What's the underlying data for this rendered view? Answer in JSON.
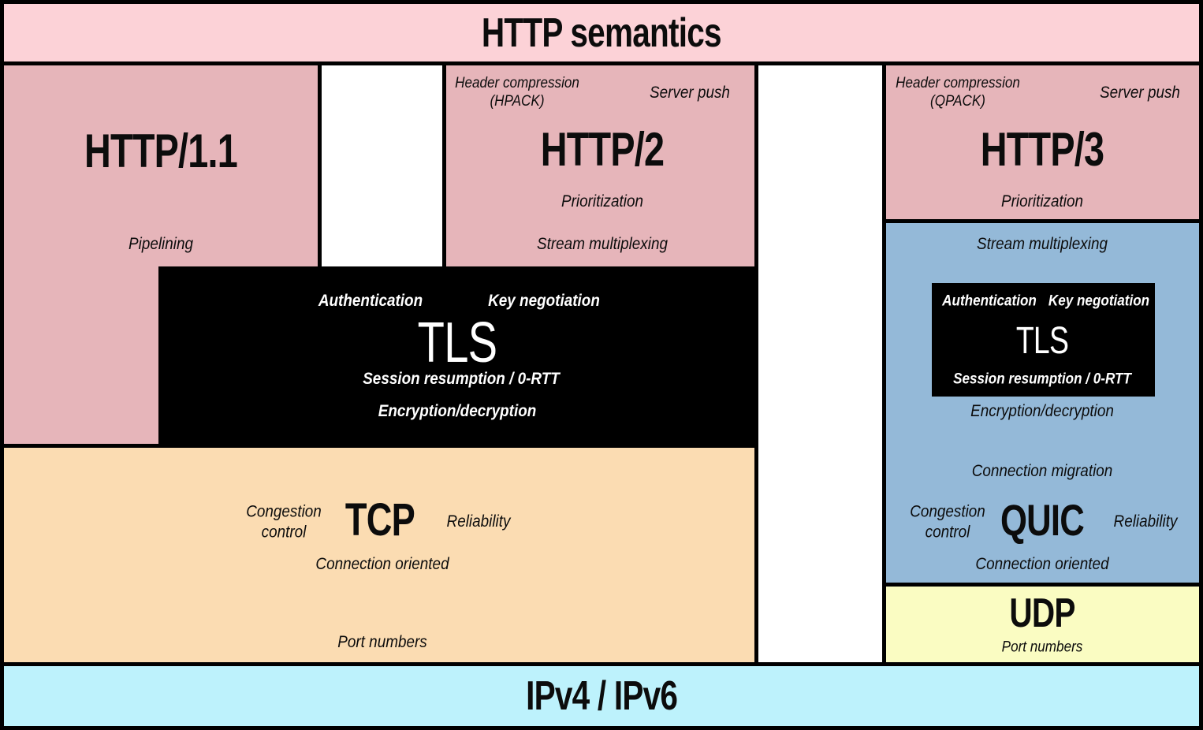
{
  "layers": {
    "http_semantics": {
      "title": "HTTP semantics"
    },
    "http11": {
      "title": "HTTP/1.1",
      "pipelining": "Pipelining"
    },
    "http2": {
      "title": "HTTP/2",
      "header_compression": "Header compression",
      "header_compression_detail": "(HPACK)",
      "server_push": "Server push",
      "prioritization": "Prioritization",
      "stream_multiplexing": "Stream multiplexing"
    },
    "http3": {
      "title": "HTTP/3",
      "header_compression": "Header compression",
      "header_compression_detail": "(QPACK)",
      "server_push": "Server push",
      "prioritization": "Prioritization"
    },
    "tls": {
      "title": "TLS",
      "authentication": "Authentication",
      "key_negotiation": "Key negotiation",
      "session_resumption": "Session resumption / 0-RTT",
      "encryption": "Encryption/decryption"
    },
    "tcp": {
      "title": "TCP",
      "congestion_control_line1": "Congestion",
      "congestion_control_line2": "control",
      "reliability": "Reliability",
      "connection_oriented": "Connection oriented",
      "port_numbers": "Port numbers"
    },
    "quic": {
      "title": "QUIC",
      "stream_multiplexing": "Stream multiplexing",
      "tls": {
        "title": "TLS",
        "authentication": "Authentication",
        "key_negotiation": "Key negotiation",
        "session_resumption": "Session resumption / 0-RTT"
      },
      "encryption": "Encryption/decryption",
      "connection_migration": "Connection migration",
      "congestion_control_line1": "Congestion",
      "congestion_control_line2": "control",
      "reliability": "Reliability",
      "connection_oriented": "Connection oriented"
    },
    "udp": {
      "title": "UDP",
      "port_numbers": "Port numbers"
    },
    "ip": {
      "title": "IPv4 / IPv6"
    }
  },
  "colors": {
    "banner_pink": "#fcd2d7",
    "protocol_pink": "#e6b5ba",
    "tls_black": "#000000",
    "tcp_peach": "#fbdcb2",
    "quic_blue": "#94b9d8",
    "udp_yellow": "#fafcc2",
    "ip_cyan": "#bdf2fc"
  }
}
